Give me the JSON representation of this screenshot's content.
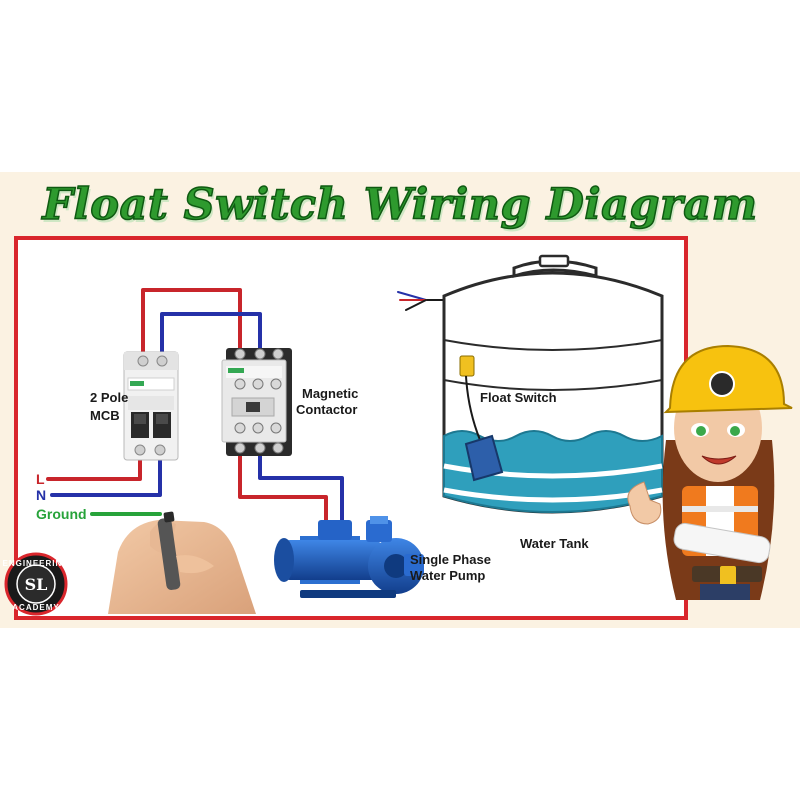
{
  "title": "Float Switch Wiring Diagram",
  "labels": {
    "mcb_line1": "2 Pole",
    "mcb_line2": "MCB",
    "contactor_line1": "Magnetic",
    "contactor_line2": "Contactor",
    "float_switch": "Float Switch",
    "water_tank": "Water Tank",
    "pump_line1": "Single Phase",
    "pump_line2": "Water Pump",
    "wire_l": "L",
    "wire_n": "N",
    "wire_ground": "Ground"
  },
  "logo": {
    "top_text": "ENGINEERING",
    "bottom_text": "ACADEMY",
    "monogram": "SL"
  },
  "colors": {
    "title_green": "#2e9a2e",
    "frame_red": "#d9262c",
    "wire_live": "#c8252b",
    "wire_neutral": "#2531a8",
    "wire_ground": "#27a33a",
    "water": "#2f9fbc",
    "pump_blue": "#1e5fc0",
    "helmet_yellow": "#f7c20f"
  }
}
